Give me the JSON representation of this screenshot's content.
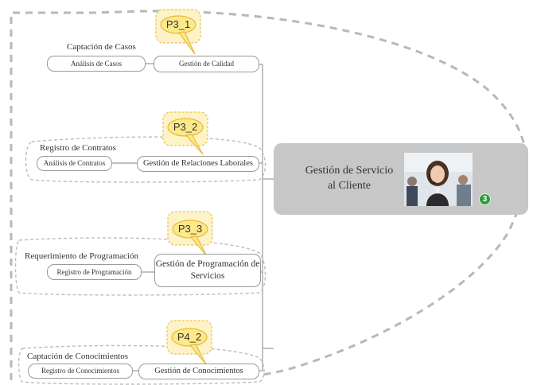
{
  "central": {
    "title": "Gestión de Servicio\nal Cliente",
    "badge": "3",
    "photo": "customer-service-agent-photo"
  },
  "branches": [
    {
      "callout": "P3_1",
      "main": "Gestión de Calidad",
      "sub": "Análisis de Casos",
      "floating_label": "Captación de Casos"
    },
    {
      "callout": "P3_2",
      "main": "Gestión de Relaciones Laborales",
      "sub": "Análisis de Contratos",
      "floating_label": "Registro de Contratos"
    },
    {
      "callout": "P3_3",
      "main": "Gestión de Programación de Servicios",
      "sub": "Registro de Programación",
      "floating_label": "Requerimiento de Programación"
    },
    {
      "callout": "P4_2",
      "main": "Gestión de Conocimientos",
      "sub": "Registro de Conocimientos",
      "floating_label": "Captación de Conocimientos"
    }
  ],
  "colors": {
    "callout_fill": "#fde98a",
    "callout_border": "#f2c94c",
    "central_fill": "#c7c7c7",
    "badge": "#2f9a3f",
    "dash": "#b8b8b8"
  }
}
